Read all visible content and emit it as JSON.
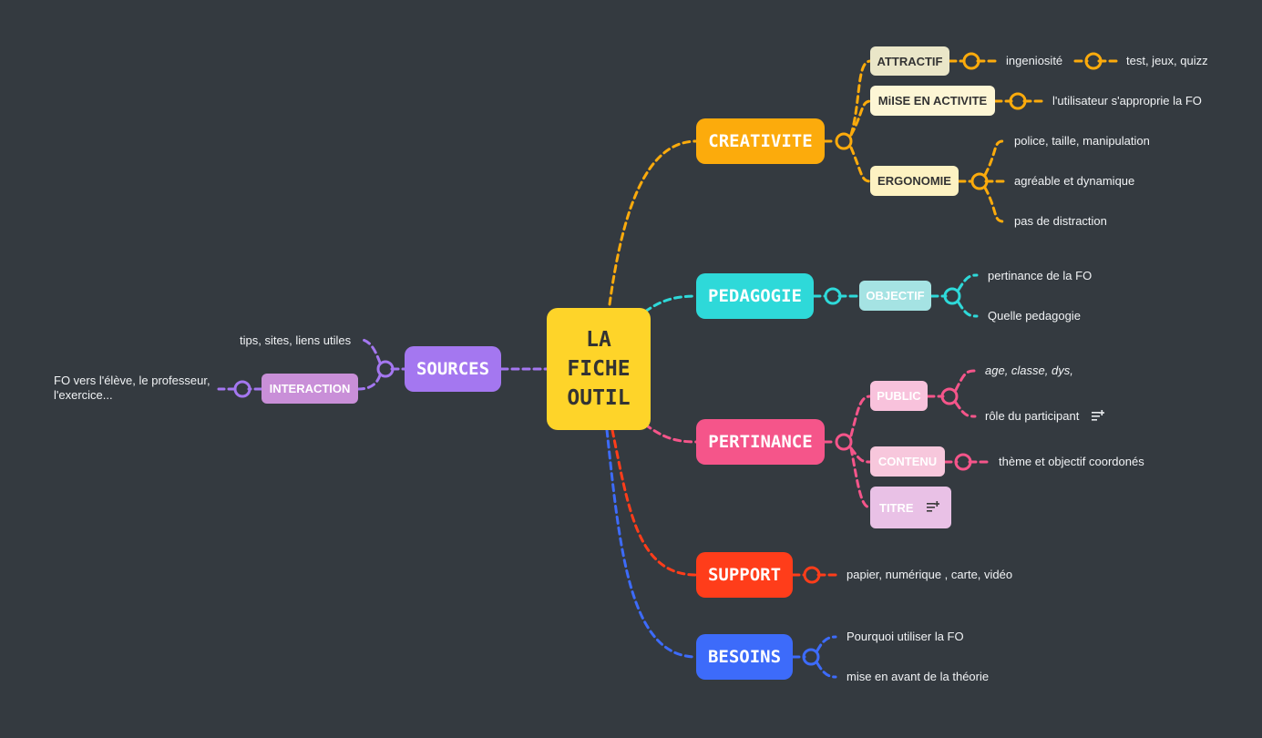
{
  "center": {
    "lines": [
      "LA",
      "FICHE",
      "OUTIL"
    ]
  },
  "branches": {
    "creativite": {
      "label": "CREATIVITE",
      "color": "#fcab0c",
      "attractif": {
        "label": "ATTRACTIF",
        "leaf1": "ingeniosité",
        "leaf2": "test, jeux, quizz"
      },
      "mise": {
        "label": "MiISE  EN ACTIVITE",
        "leaf": "l'utilisateur s'approprie la FO"
      },
      "ergonomie": {
        "label": "ERGONOMIE",
        "leaves": [
          "police, taille, manipulation",
          "agréable et dynamique",
          "pas de distraction"
        ]
      }
    },
    "pedagogie": {
      "label": "PEDAGOGIE",
      "color": "#2ed9d9",
      "objectif": {
        "label": "OBJECTIF",
        "leaves": [
          "pertinance de la FO",
          "Quelle pedagogie"
        ]
      }
    },
    "pertinance": {
      "label": "PERTINANCE",
      "color": "#f5558a",
      "public": {
        "label": "PUBLIC",
        "leaves": [
          "age, classe, dys,",
          "rôle du participant"
        ]
      },
      "contenu": {
        "label": "CONTENU",
        "leaf": "thème et objectif coordonés"
      },
      "titre": {
        "label": "TITRE"
      }
    },
    "support": {
      "label": "SUPPORT",
      "color": "#ff3d1a",
      "leaf": "papier, numérique , carte, vidéo"
    },
    "besoins": {
      "label": "BESOINS",
      "color": "#3d6bfa",
      "leaves": [
        "Pourquoi utiliser la FO",
        "mise en avant de la théorie"
      ]
    },
    "sources": {
      "label": "SOURCES",
      "color": "#a477f0",
      "leaf": "tips, sites, liens utiles",
      "interaction": {
        "label": "INTERACTION",
        "leaf_lines": [
          "FO vers l'élève, le professeur,",
          "l'exercice..."
        ]
      }
    }
  },
  "icons": {
    "note": "note-add-icon"
  }
}
